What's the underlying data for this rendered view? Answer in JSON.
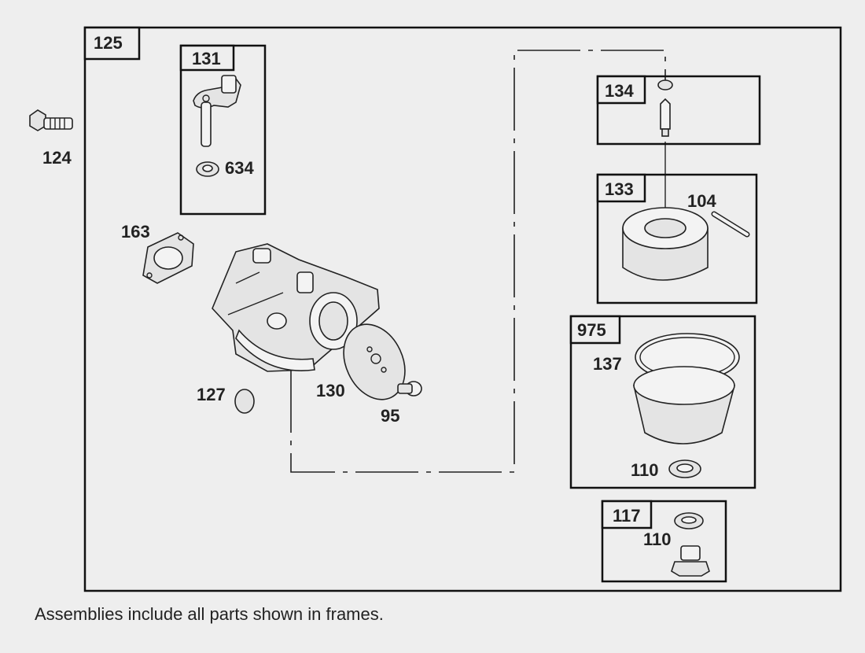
{
  "labels": {
    "p125": "125",
    "p131": "131",
    "p634": "634",
    "p124": "124",
    "p163": "163",
    "p127": "127",
    "p130": "130",
    "p95": "95",
    "p134": "134",
    "p133": "133",
    "p104": "104",
    "p975": "975",
    "p137": "137",
    "p110a": "110",
    "p117": "117",
    "p110b": "110"
  },
  "footnote": "Assemblies include all parts shown in frames."
}
